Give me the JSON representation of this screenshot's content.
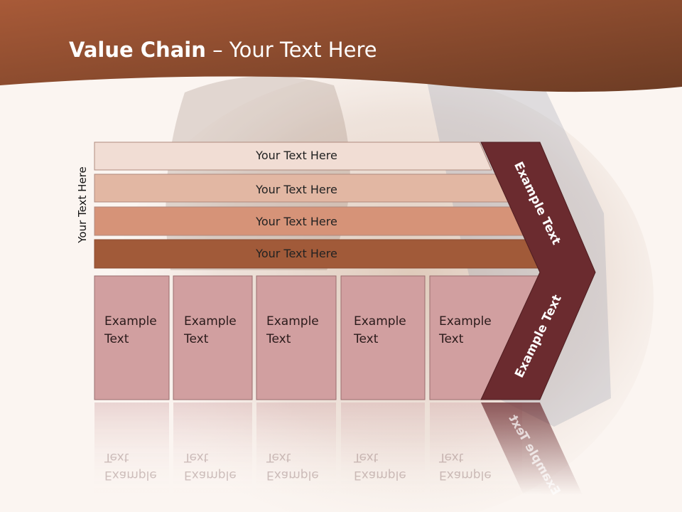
{
  "slide": {
    "title_bold": "Value Chain",
    "title_rest": " – Your Text Here",
    "side_label": "Your Text Here"
  },
  "bars": [
    {
      "label": "Your Text Here",
      "color": "#f1ddd4"
    },
    {
      "label": "Your Text Here",
      "color": "#e2b7a3"
    },
    {
      "label": "Your Text Here",
      "color": "#d69378"
    },
    {
      "label": "Your Text Here",
      "color": "#a15a39"
    }
  ],
  "boxes": [
    {
      "line1": "Example",
      "line2": "Text"
    },
    {
      "line1": "Example",
      "line2": "Text"
    },
    {
      "line1": "Example",
      "line2": "Text"
    },
    {
      "line1": "Example",
      "line2": "Text"
    },
    {
      "line1": "Example",
      "line2": "Text"
    }
  ],
  "chevron": {
    "upper_label": "Example Text",
    "lower_label": "Example Text",
    "color": "#6b2b2f"
  },
  "colors": {
    "header": "#8a4a2c",
    "box_fill": "#d19fa0",
    "box_stroke": "#9a6d6e",
    "background": "#fbf5f1"
  }
}
